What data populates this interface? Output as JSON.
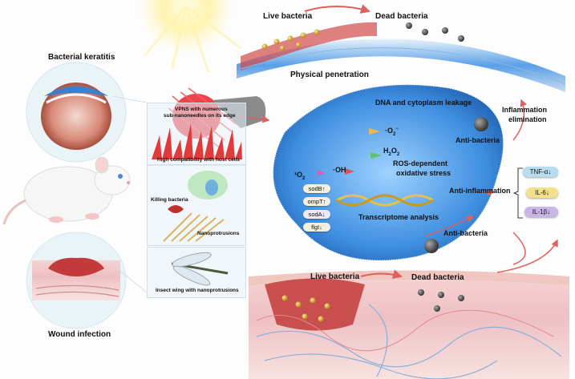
{
  "labels": {
    "bacterial_keratitis": "Bacterial keratitis",
    "wound_infection": "Wound infection",
    "live_bacteria_top": "Live bacteria",
    "dead_bacteria_top": "Dead bacteria",
    "live_bacteria_bottom": "Live bacteria",
    "dead_bacteria_bottom": "Dead bacteria",
    "physical_penetration": "Physical penetration",
    "dna_leakage": "DNA and cytoplasm leakage",
    "inflammation_elimination_1": "Inflammation",
    "inflammation_elimination_2": "elimination",
    "anti_bacteria_1": "Anti-bacteria",
    "anti_bacteria_2": "Anti-bacteria",
    "anti_inflammation": "Anti-inflammation",
    "ros_1": "ROS-dependent",
    "ros_2": "oxidative stress",
    "transcriptome": "Transcriptome analysis",
    "o2_radical": "·O",
    "o2_sup": "2",
    "o2_minus": "−",
    "h2o2": "H",
    "h2o2_sub1": "2",
    "h2o2_mid": "O",
    "h2o2_sub2": "2",
    "oh": "·OH",
    "singlet_o2_pre": "¹O",
    "singlet_o2_sub": "2"
  },
  "panels": {
    "vpns_1": "VPNS with numerous",
    "vpns_2": "sub-nanoneedles on its edge",
    "compat": "High compatibility with host cells",
    "killing": "Killing bacteria",
    "nanoprotrusions": "Nanoprotrusions",
    "insect_wing": "Insect wing with nanoprotrusions"
  },
  "cytokines": [
    "TNF-α↓",
    "IL-6↓",
    "IL-1β↓"
  ],
  "genes": [
    "sodB↑",
    "ompT↑",
    "sodA↓",
    "flgI↓"
  ],
  "colors": {
    "cornea_blue": "#2f7fd6",
    "nanosheet_blue": "#3a8fe0",
    "needle_red": "#e8303a",
    "skin_pink": "#f2b3b8",
    "arrow_red": "#e0605a",
    "tnf_bg": "#b8dcef",
    "il6_bg": "#f3e08a",
    "il1b_bg": "#c9b6e6"
  }
}
